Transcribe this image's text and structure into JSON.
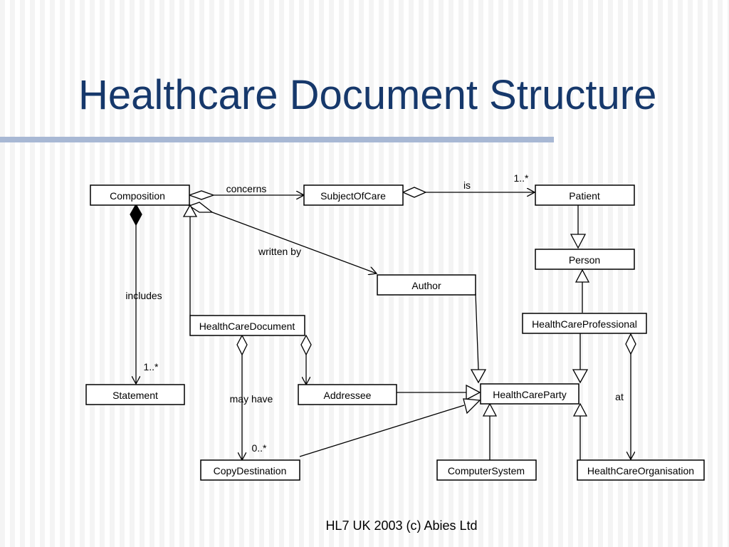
{
  "slide": {
    "title": "Healthcare Document Structure",
    "footer": "HL7 UK 2003 (c) Abies Ltd"
  },
  "diagram": {
    "classes": {
      "composition": "Composition",
      "subject_of_care": "SubjectOfCare",
      "patient": "Patient",
      "person": "Person",
      "author": "Author",
      "healthcare_document": "HealthCareDocument",
      "healthcare_professional": "HealthCareProfessional",
      "statement": "Statement",
      "addressee": "Addressee",
      "healthcare_party": "HealthCareParty",
      "copy_destination": "CopyDestination",
      "computer_system": "ComputerSystem",
      "healthcare_organisation": "HealthCareOrganisation"
    },
    "labels": {
      "concerns": "concerns",
      "is": "is",
      "patient_multiplicity": "1..*",
      "written_by": "written by",
      "includes": "includes",
      "statement_multiplicity": "1..*",
      "may_have": "may have",
      "copy_multiplicity": "0..*",
      "at": "at"
    }
  }
}
